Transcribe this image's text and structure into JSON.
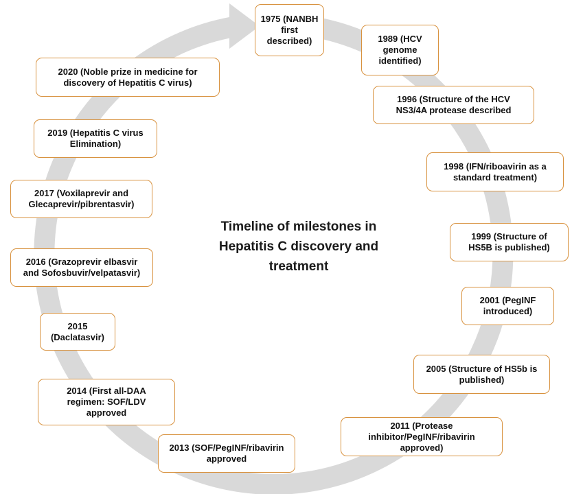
{
  "title": "Timeline of milestones in\nHepatitis C discovery and\ntreatment",
  "colors": {
    "box_border": "#d8923f",
    "ring": "#d9d9d9",
    "text": "#111111"
  },
  "milestones": [
    "1975 (NANBH\nfirst\ndescribed)",
    "1989 (HCV\ngenome\nidentified)",
    "1996 (Structure of the HCV\nNS3/4A protease described",
    "1998 (IFN/riboavirin as a\nstandard treatment)",
    "1999 (Structure of\nHS5B is published)",
    "2001 (PegINF\nintroduced)",
    "2005 (Structure of HS5b is\npublished)",
    "2011 (Protease\ninhibitor/PegINF/ribavirin\napproved)",
    "2013 (SOF/PegINF/ribavirin\napproved",
    "2014 (First all-DAA\nregimen: SOF/LDV\napproved",
    "2015\n(Daclatasvir)",
    "2016 (Grazoprevir elbasvir\nand Sofosbuvir/velpatasvir)",
    "2017 (Voxilaprevir and\nGlecaprevir/pibrentasvir)",
    "2019 (Hepatitis C virus\nElimination)",
    "2020 (Noble prize in medicine for\ndiscovery of Hepatitis C virus)"
  ]
}
